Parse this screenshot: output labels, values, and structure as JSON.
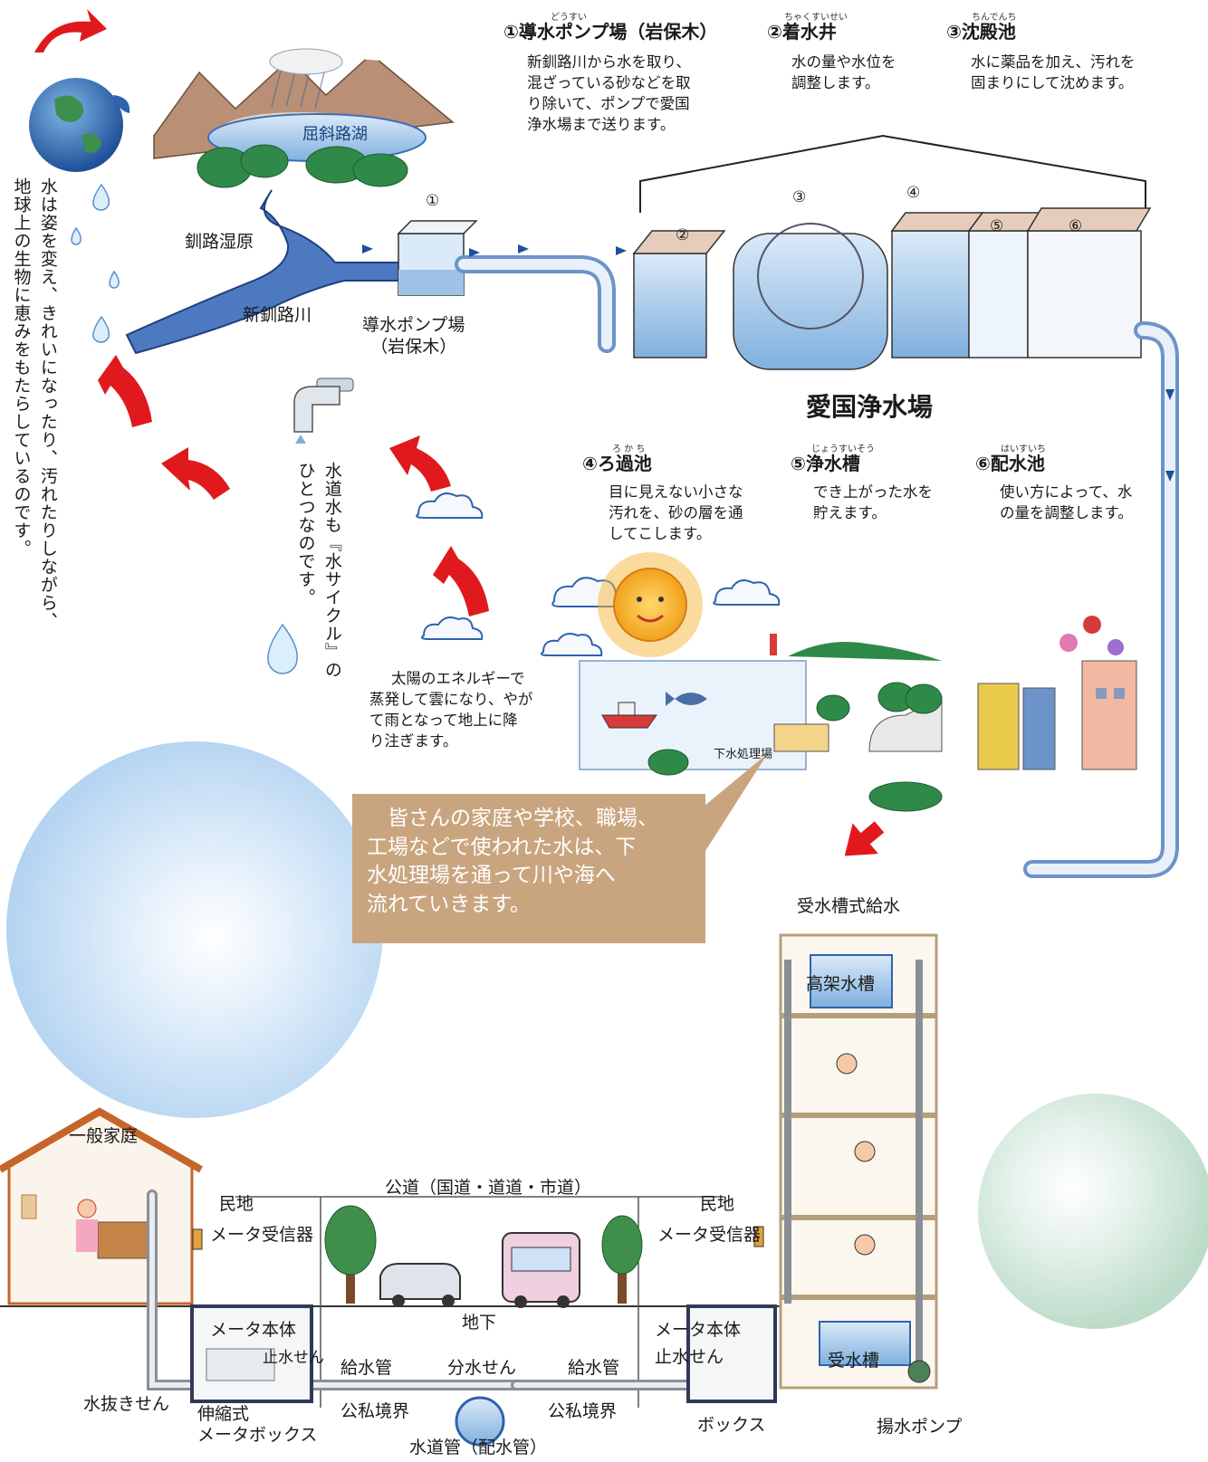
{
  "top": {
    "lake": "屈斜路湖",
    "marsh": "釧路湿原",
    "river": "新釧路川",
    "pump_station_line1": "導水ポンプ場",
    "pump_station_line2": "（岩保木）",
    "plant_name": "愛国浄水場",
    "sewage_plant": "下水処理場",
    "stage_numbers": [
      "①",
      "②",
      "③",
      "④",
      "⑤",
      "⑥"
    ]
  },
  "stages": [
    {
      "ruby": "どうすい",
      "title": "①導水ポンプ場（岩保木）",
      "desc": [
        "新釧路川から水を取り、",
        "混ざっている砂などを取",
        "り除いて、ポンプで愛国",
        "浄水場まで送ります。"
      ]
    },
    {
      "ruby": "ちゃくすいせい",
      "title": "②着水井",
      "desc": [
        "水の量や水位を",
        "調整します。"
      ]
    },
    {
      "ruby": "ちんでんち",
      "title": "③沈殿池",
      "desc": [
        "水に薬品を加え、汚れを",
        "固まりにして沈めます。"
      ]
    },
    {
      "ruby": "ろ か ち",
      "title": "④ろ過池",
      "desc": [
        "目に見えない小さな",
        "汚れを、砂の層を通",
        "してこします。"
      ]
    },
    {
      "ruby": "じょうすいそう",
      "title": "⑤浄水槽",
      "desc": [
        "でき上がった水を",
        "貯えます。"
      ]
    },
    {
      "ruby": "はいすいち",
      "title": "⑥配水池",
      "desc": [
        "使い方によって、水",
        "の量を調整します。"
      ]
    }
  ],
  "vertical": {
    "earth_text": [
      "水は姿を変え、きれいになったり、汚れたりしながら、",
      "地球上の生物に恵みをもたらしているのです。"
    ],
    "tap_text": [
      "水道水も『水サイクル』の",
      "ひとつなのです。"
    ]
  },
  "sun_text": [
    "太陽のエネルギーで",
    "蒸発して雲になり、やが",
    "て雨となって地上に降",
    "り注ぎます。"
  ],
  "callout": [
    "　皆さんの家庭や学校、職場、",
    "工場などで使われた水は、下",
    "水処理場を通って川や海へ",
    "流れていきます。"
  ],
  "bottom": {
    "house": "一般家庭",
    "private_left": "民地",
    "public_road": "公道（国道・道道・市道）",
    "private_right": "民地",
    "meter_receiver_left": "メータ受信器",
    "meter_receiver_right": "メータ受信器",
    "underground": "地下",
    "meter_body_left": "メータ本体",
    "stop_valve_left": "止水せん",
    "meter_body_right": "メータ本体",
    "stop_valve_right": "止水せん",
    "supply_pipe_left": "給水管",
    "branch_valve": "分水せん",
    "supply_pipe_right": "給水管",
    "drain_valve": "水抜きせん",
    "expansion_line1": "伸縮式",
    "expansion_line2": "メータボックス",
    "boundary_left": "公私境界",
    "boundary_right": "公私境界",
    "box": "ボックス",
    "main_pipe": "水道管（配水管）",
    "tank_supply": "受水槽式給水",
    "elevated_tank": "高架水槽",
    "receiving_tank": "受水槽",
    "lift_pump": "揚水ポンプ"
  },
  "colors": {
    "water": "#7fb0de",
    "water_dark": "#2f62ad",
    "arrow_red": "#e0191d",
    "callout": "#c9a57f",
    "sphere_blue": "#bcd8f3",
    "sphere_green": "#cfe6d8"
  }
}
